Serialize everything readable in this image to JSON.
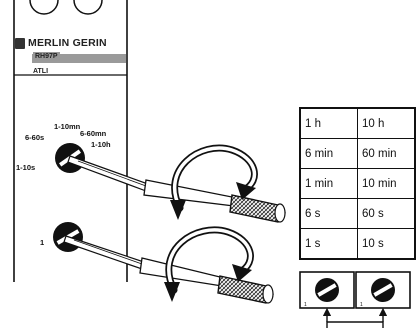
{
  "brand": {
    "name": "MERLIN GERIN",
    "logo_icon": "merlin-gerin-logo-icon"
  },
  "device": {
    "model": "RH97P",
    "product": "ATLI"
  },
  "dials": {
    "upper": {
      "label_top": "1-10mn",
      "label_left": "6-60s",
      "label_right_top": "6-60mn",
      "label_right": "1-10h",
      "label_bottom_left": "1-10s"
    },
    "lower": {
      "label_left": "1"
    }
  },
  "timing_table": {
    "rows": [
      {
        "left": "1 h",
        "right": "10 h"
      },
      {
        "left": "6 min",
        "right": "60 min"
      },
      {
        "left": "1 min",
        "right": "10 min"
      },
      {
        "left": "6 s",
        "right": "60 s"
      },
      {
        "left": "1 s",
        "right": "10 s"
      }
    ]
  },
  "icons": [
    "screwdriver-icon",
    "rotate-arrow-icon",
    "dial-icon",
    "double-arrow-icon"
  ]
}
